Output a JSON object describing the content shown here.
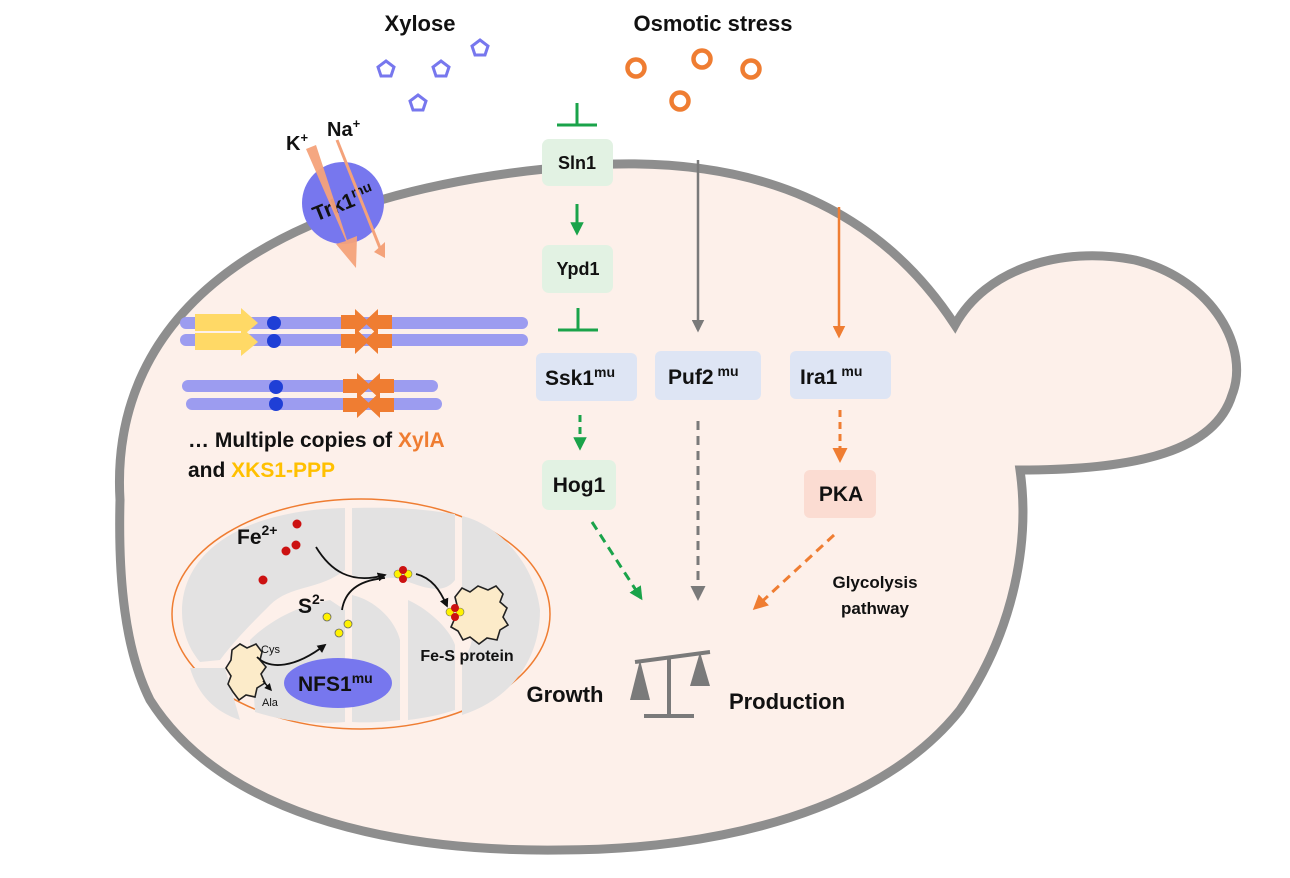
{
  "inputs": {
    "xylose": "Xylose",
    "osmotic_stress": "Osmotic stress"
  },
  "transporter": {
    "k": "K",
    "k_sup": "+",
    "na": "Na",
    "na_sup": "+",
    "name": "Trk1",
    "name_sup": "mu"
  },
  "plasmid": {
    "copies_prefix": "… Multiple copies of ",
    "xyla": "XylA",
    "and": "and ",
    "xks1": "XKS1-PPP"
  },
  "pathway": {
    "sln1": "Sln1",
    "ypd1": "Ypd1",
    "ssk1": "Ssk1",
    "ssk1_sup": "mu",
    "hog1": "Hog1",
    "puf2": "Puf2",
    "puf2_sup": "mu",
    "ira1": "Ira1",
    "ira1_sup": "mu",
    "pka": "PKA",
    "glycolysis_line1": "Glycolysis",
    "glycolysis_line2": "pathway"
  },
  "mitochondrion": {
    "fe": "Fe",
    "fe_sup": "2+",
    "s": "S",
    "s_sup": "2-",
    "cys": "Cys",
    "ala": "Ala",
    "nfs1": "NFS1",
    "nfs1_sup": "mu",
    "fes_protein": "Fe-S protein"
  },
  "balance": {
    "growth": "Growth",
    "production": "Production"
  },
  "colors": {
    "cell_fill": "#fdf0ea",
    "cell_border": "#8e8e8e",
    "green": "#1aa34a",
    "orange": "#ef7d32",
    "purple_shape": "#7777ee",
    "chromosome": "#9c9cf0",
    "yellow_gene": "#ffd966",
    "blue_dot": "#1f3fd6",
    "grey": "#7a7a7a",
    "green_box": "#e2f2e3",
    "blue_box": "#dee5f4",
    "pink_box": "#fbdcd2"
  }
}
